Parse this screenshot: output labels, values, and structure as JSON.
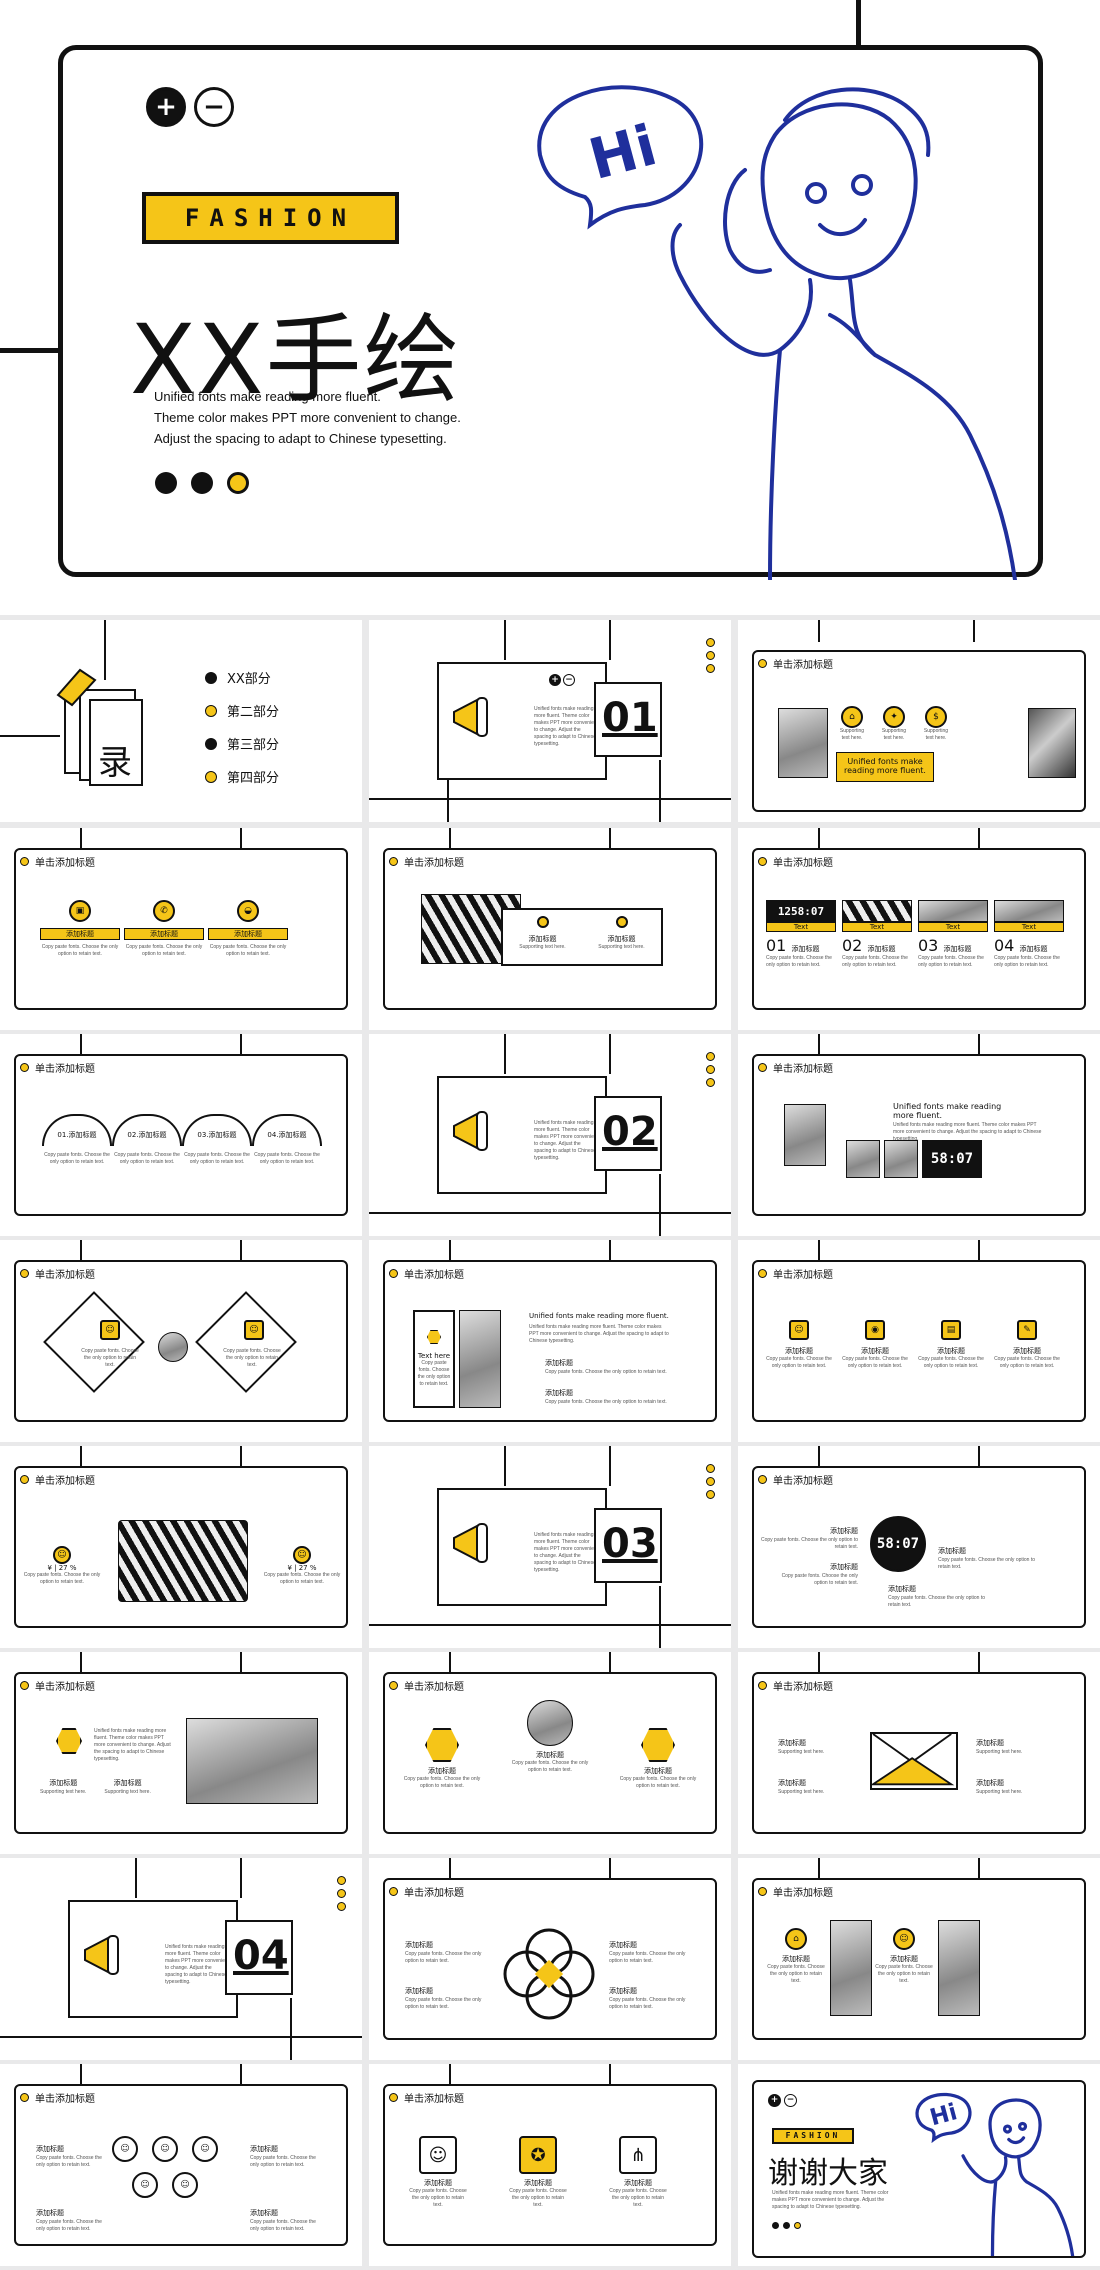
{
  "cover": {
    "fashion_label": "FASHION",
    "title": "XX手绘",
    "subtitle_lines": [
      "Unified fonts make reading more fluent.",
      "Theme color makes PPT more convenient to change.",
      "Adjust the spacing to adapt to Chinese typesetting."
    ],
    "hi_text": "Hi",
    "plus_icon": "plus-circle-icon",
    "minus_icon": "minus-circle-icon"
  },
  "toc": {
    "char": "录",
    "items": [
      "XX部分",
      "第二部分",
      "第三部分",
      "第四部分"
    ]
  },
  "section_numbers": [
    "01",
    "02",
    "03",
    "04"
  ],
  "section_text": "Unified fonts make reading more fluent. Theme color makes PPT more convenient to change. Adjust the spacing to adapt to Chinese typesetting.",
  "slide_title": "单击添加标题",
  "add_title": "添加标题",
  "add_title_alt": "添加标题",
  "supporting_text": "Supporting text here.",
  "copy_text": "Copy paste fonts. Choose the only option to retain text.",
  "unified_box": "Unified fonts make reading more fluent.",
  "unified_heading": "Unified fonts make reading more fluent.",
  "text_label": "Text",
  "text_here": "Text here",
  "step_labels": [
    "01.添加标题",
    "02.添加标题",
    "03.添加标题",
    "04.添加标题"
  ],
  "big_nums": [
    "01",
    "02",
    "03",
    "04"
  ],
  "clock_text": "58:07",
  "clock_full": "1258:07",
  "percent_left": "¥ | 27 %",
  "percent_right": "¥ | 27 %",
  "thanks": {
    "fashion_label": "FASHION",
    "title": "谢谢大家",
    "hi_text": "Hi"
  },
  "colors": {
    "accent": "#f5c518",
    "ink": "#111111",
    "illustration": "#1f2f9c"
  }
}
